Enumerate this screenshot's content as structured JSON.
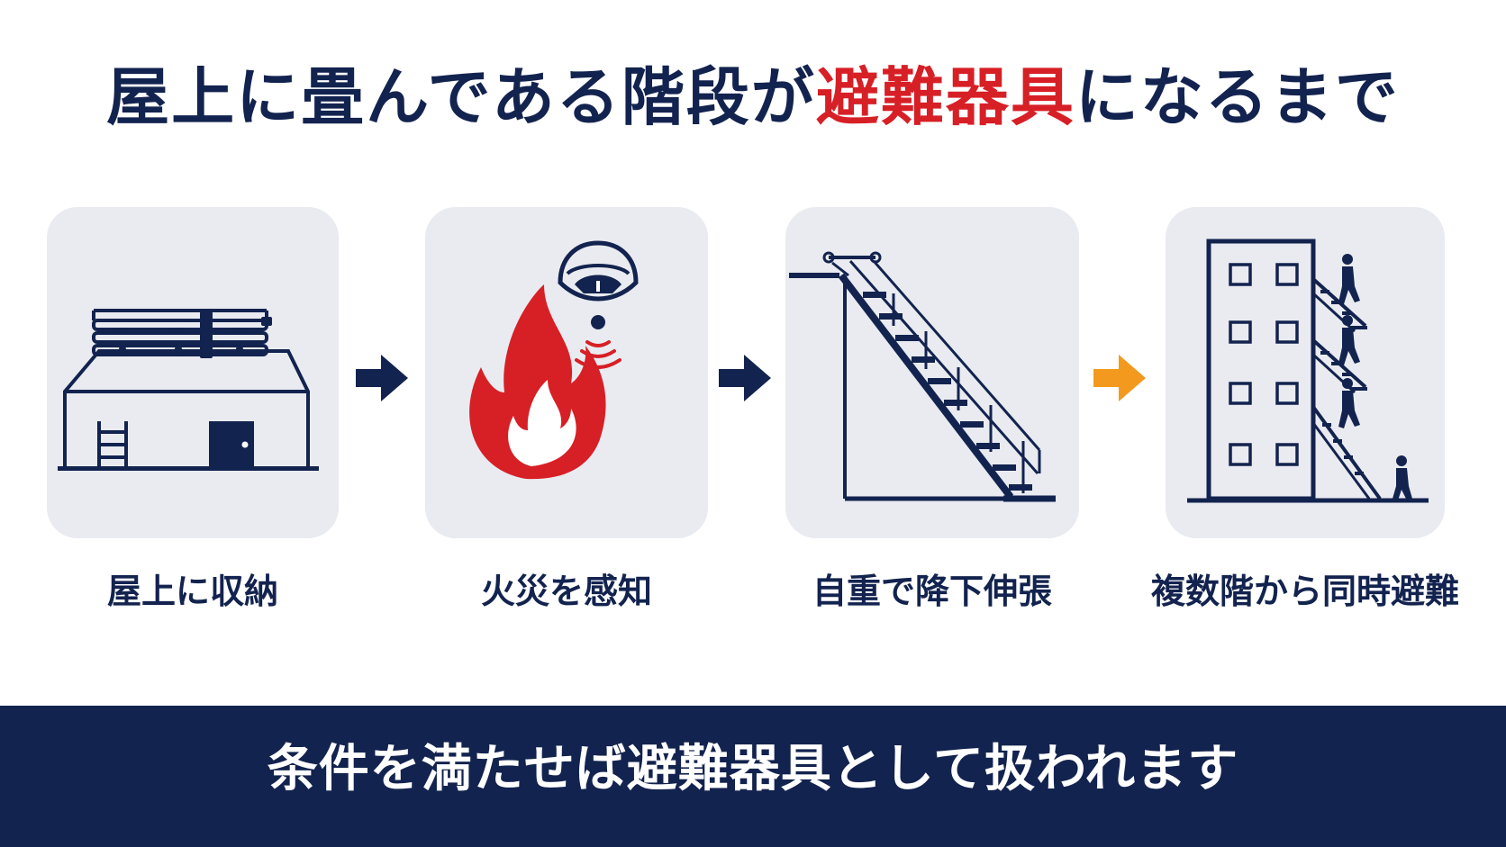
{
  "title": {
    "prefix": "屋上に畳んである階段が",
    "highlight": "避難器具",
    "suffix": "になるまで"
  },
  "steps": [
    {
      "label": "屋上に収納",
      "icon": "folded-stairs-on-roof-icon"
    },
    {
      "label": "火災を感知",
      "icon": "fire-and-smoke-detector-icon"
    },
    {
      "label": "自重で降下伸張",
      "icon": "extended-stairs-icon"
    },
    {
      "label": "複数階から同時避難",
      "icon": "building-evacuation-icon"
    }
  ],
  "footer": {
    "text": "条件を満たせば避難器具として扱われます"
  },
  "colors": {
    "navy": "#13234f",
    "red": "#d71f26",
    "orange": "#f39a1e",
    "card": "#e9ebf0"
  }
}
